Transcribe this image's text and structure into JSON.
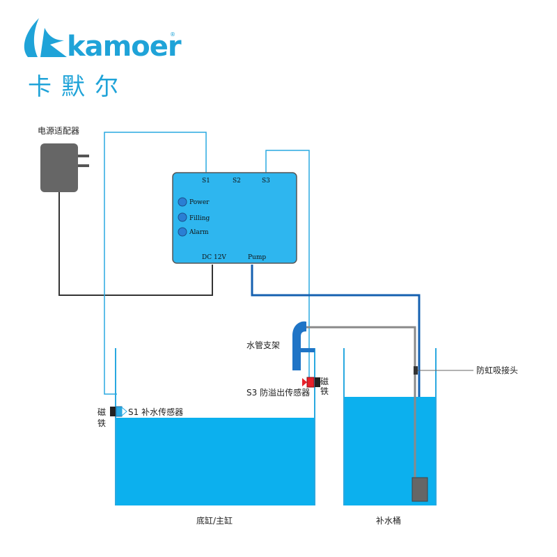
{
  "brand": {
    "name": "kamoer",
    "registered": "®",
    "name_cn": "卡默尔"
  },
  "labels": {
    "power_adapter": "电源适配器",
    "tube_holder": "水管支架",
    "anti_siphon": "防虹吸接头",
    "s1_sensor": "S1 补水传感器",
    "s3_sensor": "S3 防溢出传感器",
    "magnet_left_1": "磁",
    "magnet_left_2": "铁",
    "magnet_right_1": "磁",
    "magnet_right_2": "铁",
    "main_tank": "底缸/主缸",
    "refill_bucket": "补水桶"
  },
  "controller": {
    "ports_top": [
      "S1",
      "S2",
      "S3"
    ],
    "leds": [
      "Power",
      "Filling",
      "Alarm"
    ],
    "port_dc": "DC 12V",
    "port_pump": "Pump"
  },
  "colors": {
    "water": "#0cb0ee",
    "controller": "#2eb6ef",
    "brand": "#1fa3d8",
    "sensor_wire": "#29a8e0",
    "pump_wire": "#1560b0",
    "power_wire": "#333333",
    "tube": "#8a8a8a",
    "overflow_sensor": "#e8202a",
    "led": "#2a7fd4"
  }
}
